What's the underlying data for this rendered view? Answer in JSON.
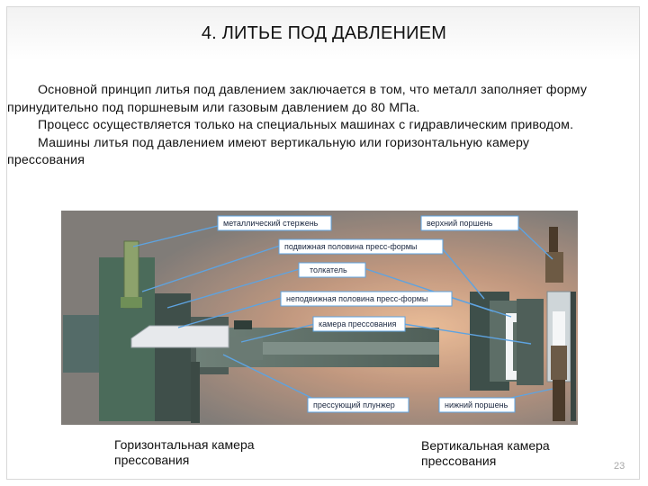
{
  "slide": {
    "title": "4. ЛИТЬЕ ПОД ДАВЛЕНИЕМ",
    "paragraphs": [
      "Основной принцип литья под давлением заключается в том, что металл заполняет форму принудительно под поршневым или газовым давлением до 80 МПа.",
      "Процесс осуществляется только на специальных машинах с гидравлическим приводом.",
      "Машины литья под давлением имеют вертикальную или горизонтальную камеру прессования"
    ],
    "diagram_labels": {
      "metal_rod": "металлический стержень",
      "upper_piston": "верхний поршень",
      "movable_half": "подвижная половина пресс-формы",
      "ejector": "толкатель",
      "fixed_half": "неподвижная половина пресс-формы",
      "press_chamber": "камера прессования",
      "press_plunger": "прессующий плунжер",
      "lower_piston": "нижний поршень"
    },
    "captions": {
      "horizontal": "Горизонтальная камера прессования",
      "vertical": "Вертикальная камера прессования"
    },
    "page_number": "23"
  }
}
